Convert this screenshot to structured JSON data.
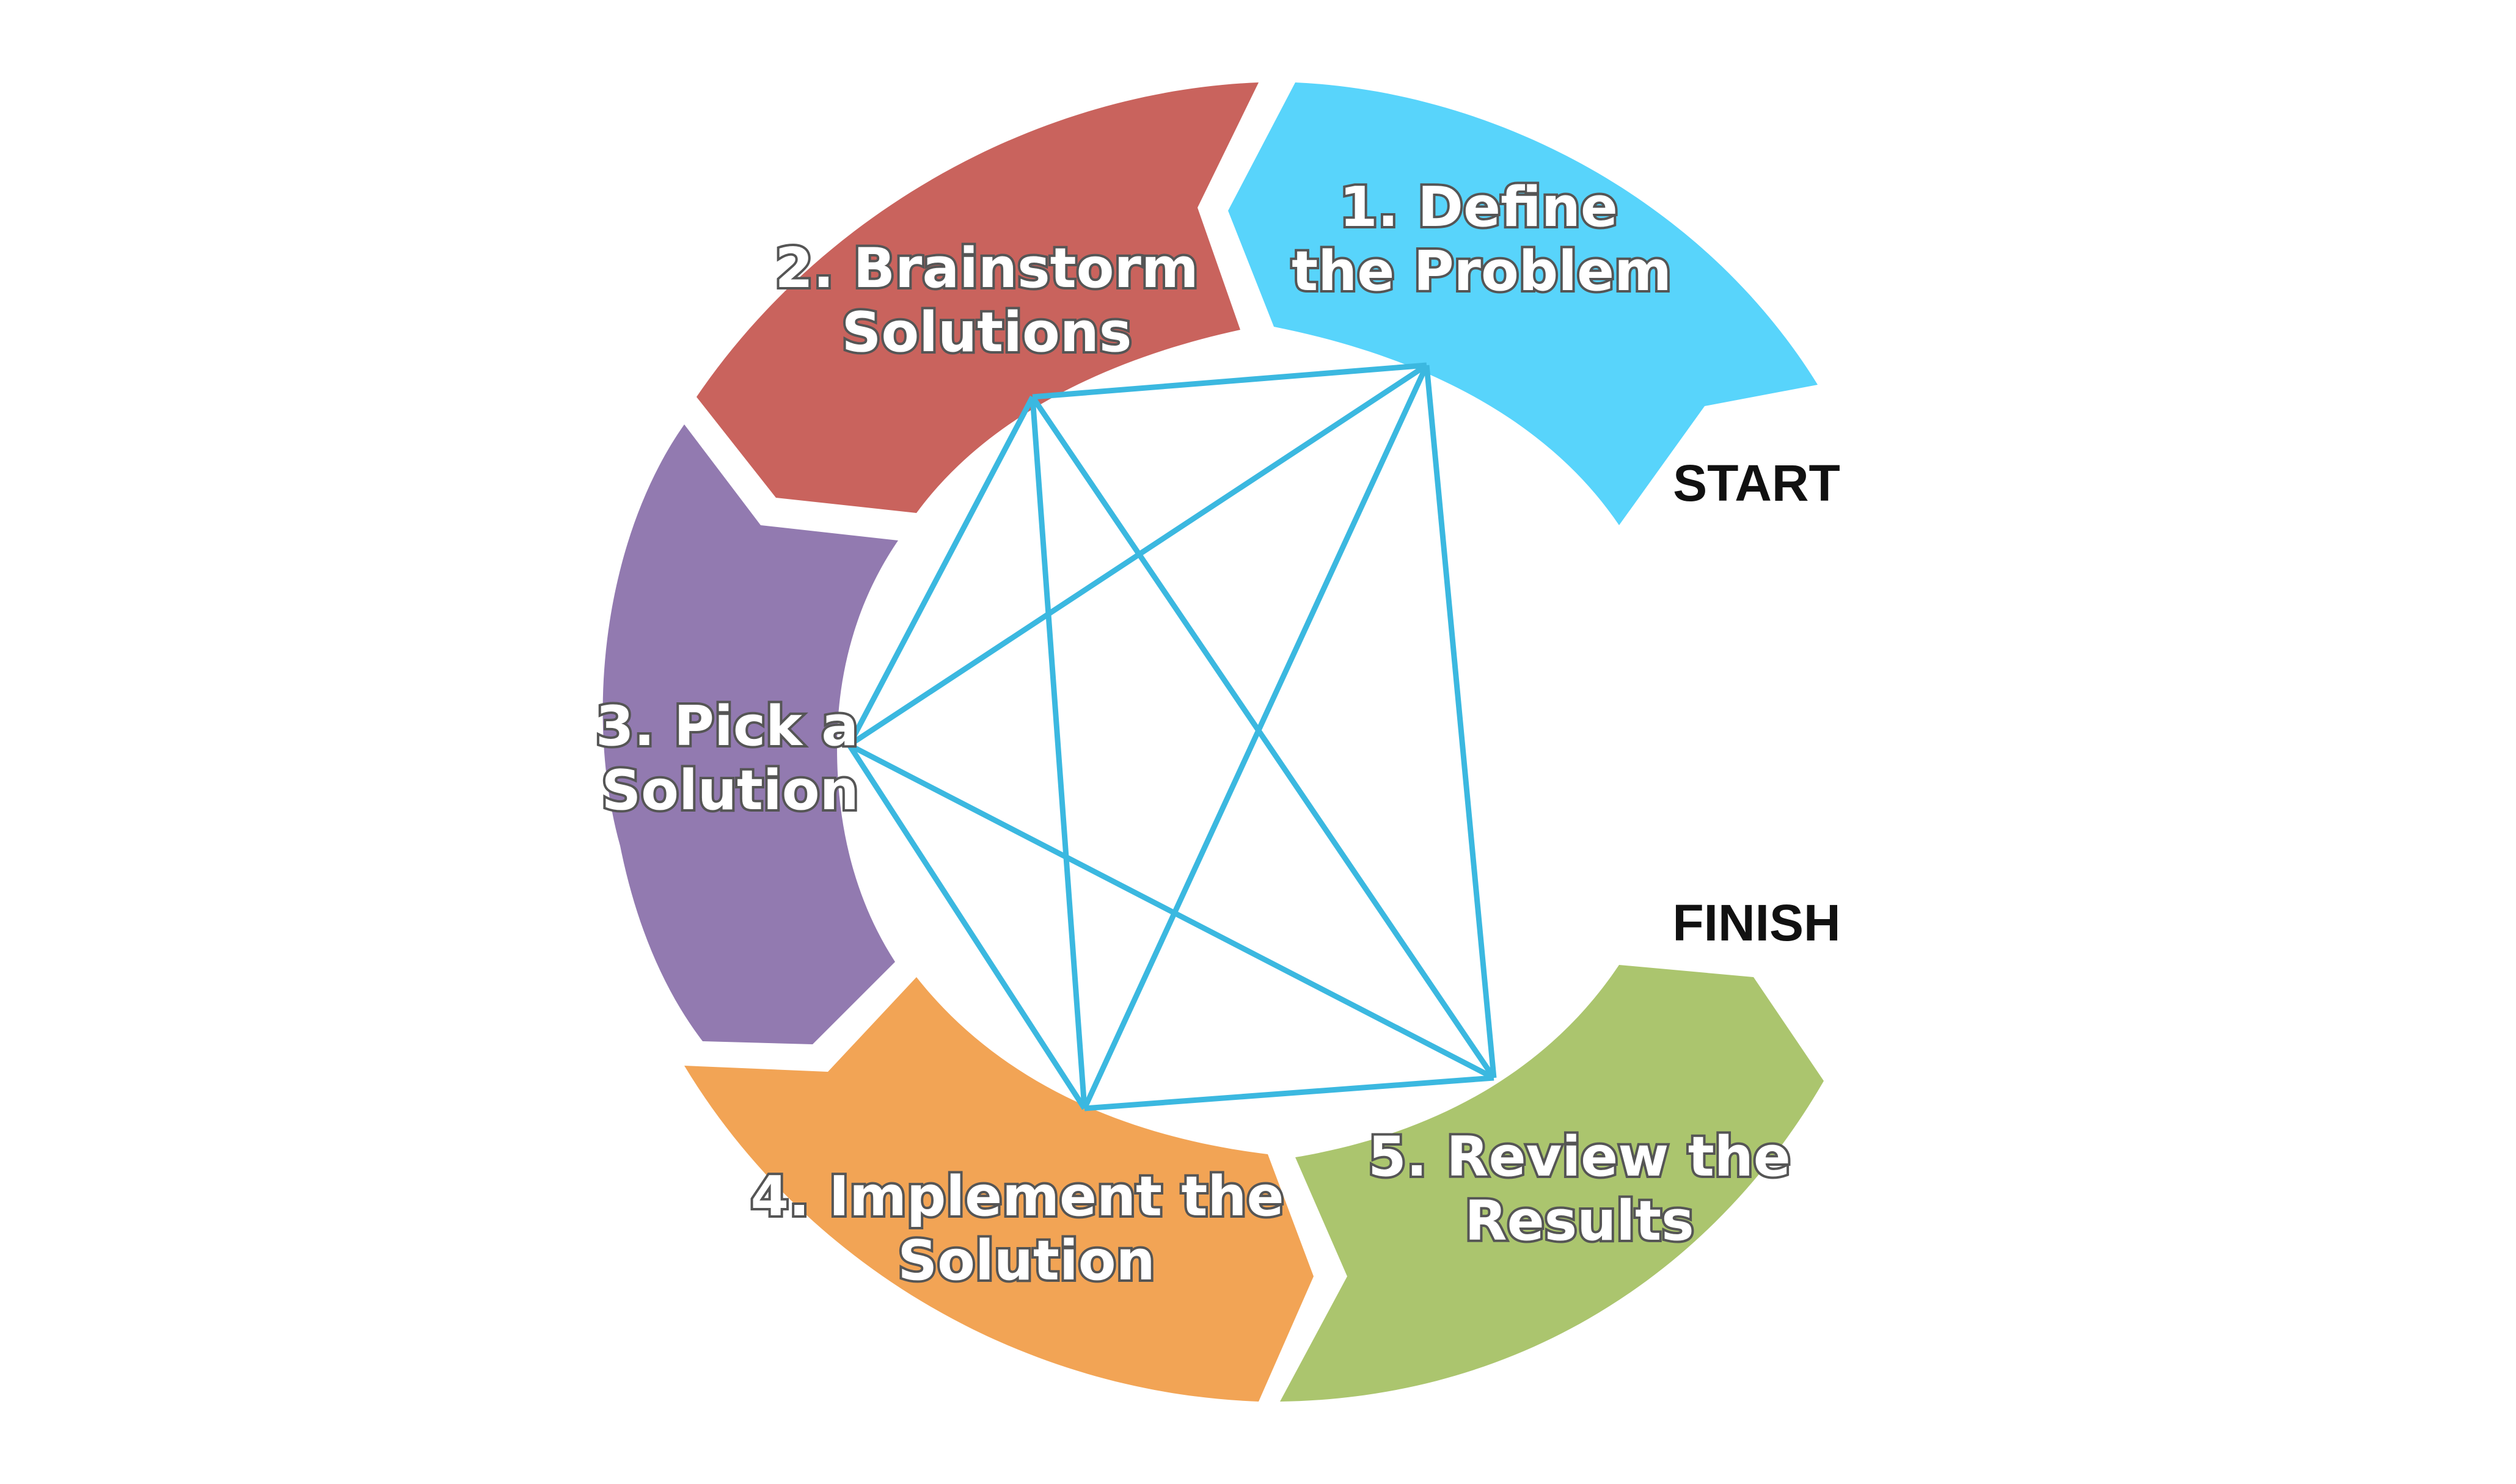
{
  "steps": [
    {
      "line1": "1. Define",
      "line2": "the Problem",
      "color": "#58d4fb"
    },
    {
      "line1": "2. Brainstorm",
      "line2": "Solutions",
      "color": "#c9635d"
    },
    {
      "line1": "3. Pick a",
      "line2": "Solution",
      "color": "#927ab0"
    },
    {
      "line1": "4. Implement the",
      "line2": "Solution",
      "color": "#f2a455"
    },
    {
      "line1": "5. Review the",
      "line2": "Results",
      "color": "#abc56e"
    }
  ],
  "markers": {
    "start": "START",
    "finish": "FINISH"
  },
  "network_color": "#3bb8e0"
}
